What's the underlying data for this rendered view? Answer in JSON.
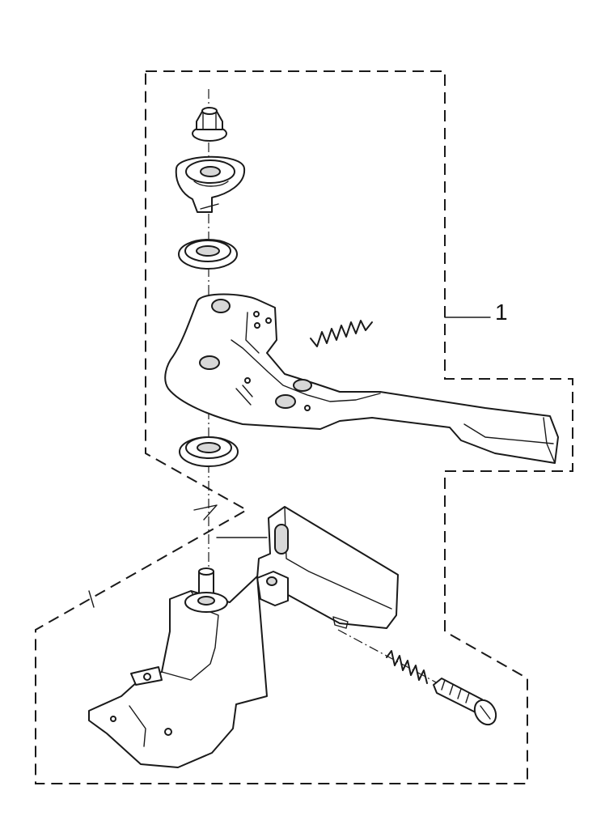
{
  "diagram": {
    "callout": {
      "label": "1"
    },
    "parts": [
      {
        "name": "flange-nut",
        "icon": "hex-nut-icon"
      },
      {
        "name": "washer-plate-with-tab",
        "icon": "tab-washer-icon"
      },
      {
        "name": "upper-washer",
        "icon": "washer-icon"
      },
      {
        "name": "throttle-lever-arm",
        "icon": "lever-arm-icon"
      },
      {
        "name": "small-spring-upper",
        "icon": "spring-icon"
      },
      {
        "name": "lower-washer",
        "icon": "washer-icon"
      },
      {
        "name": "mounting-bracket",
        "icon": "bracket-icon"
      },
      {
        "name": "control-base-plate",
        "icon": "base-plate-icon"
      },
      {
        "name": "compression-spring-lower",
        "icon": "spring-icon"
      },
      {
        "name": "adjustment-screw",
        "icon": "screw-icon"
      }
    ]
  }
}
